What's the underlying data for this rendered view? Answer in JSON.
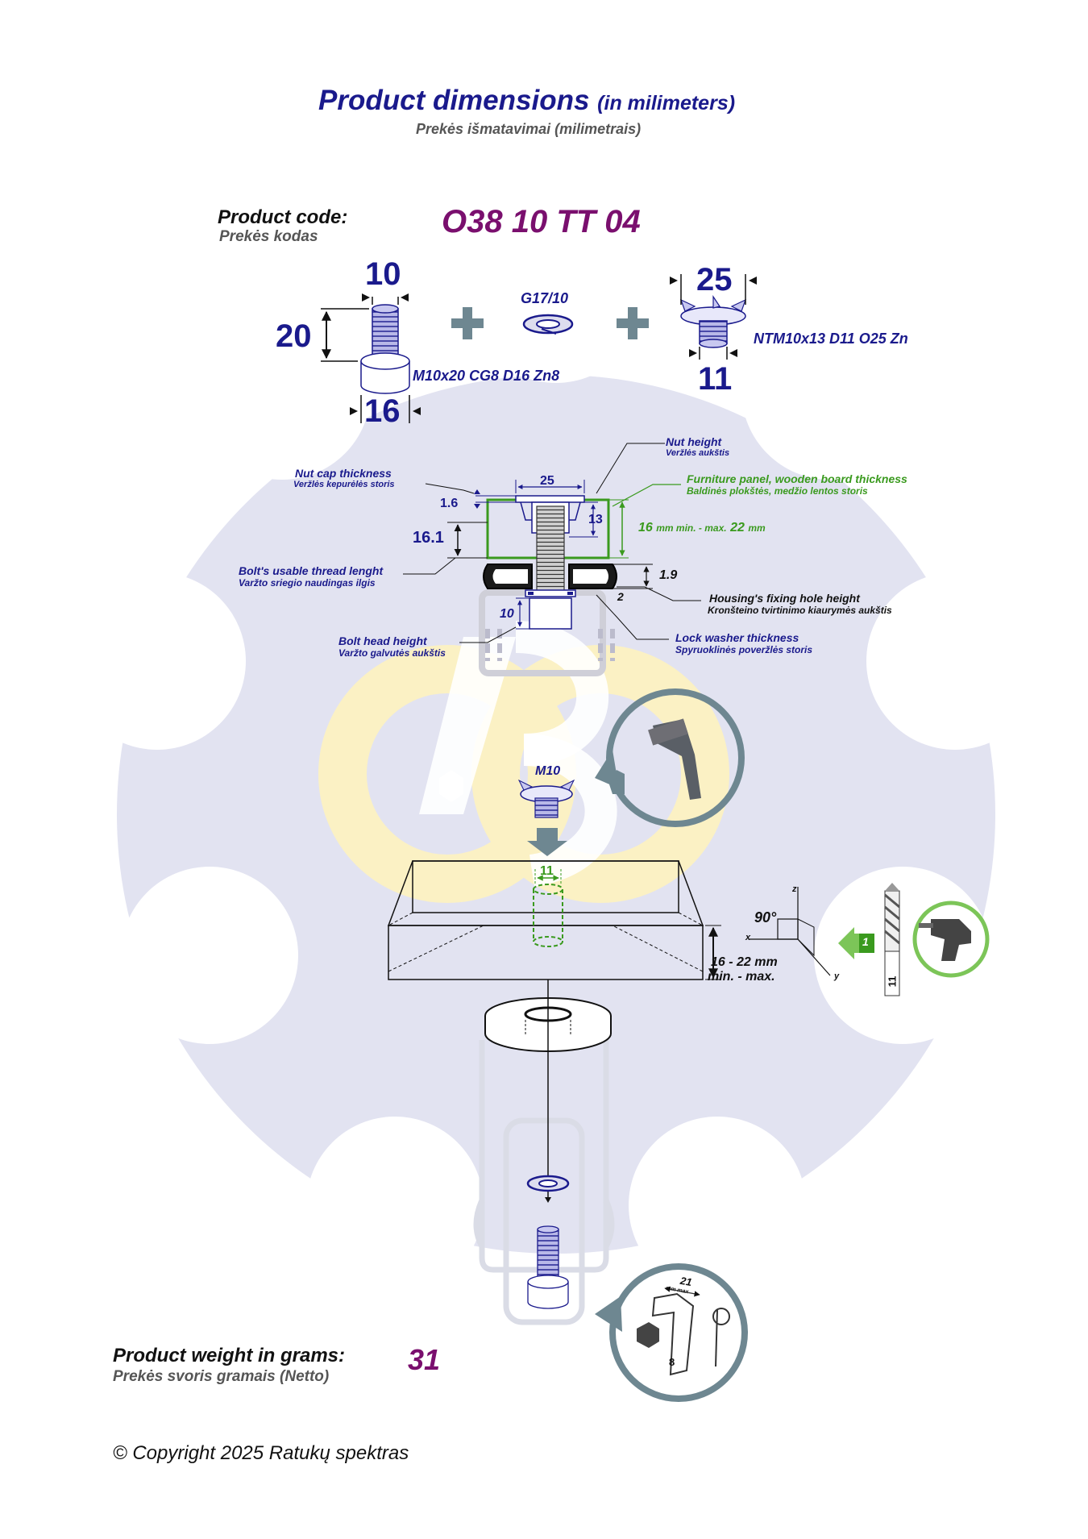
{
  "header": {
    "title": "Product dimensions",
    "title_unit": "(in milimeters)",
    "subtitle": "Prekės išmatavimai (milimetrais)"
  },
  "product_code": {
    "label": "Product code:",
    "label_lt": "Prekės kodas",
    "value": "O38 10 TT 04"
  },
  "components": {
    "bolt": {
      "diameter": "10",
      "length": "20",
      "head_diameter": "16",
      "spec": "M10x20 CG8 D16 Zn8"
    },
    "washer": {
      "spec": "G17/10"
    },
    "tnut": {
      "top_diameter": "25",
      "bottom_diameter": "11",
      "spec": "NTM10x13 D11 O25 Zn"
    }
  },
  "assembly": {
    "nut_width": "25",
    "nut_height_value": "13",
    "nut_cap_value": "1.6",
    "thread_length_value": "16.1",
    "housing_hole_value": "1.9",
    "washer_thickness_value": "2",
    "bolt_head_value": "10",
    "panel_range": "16",
    "panel_range_unit1": "mm min. - max.",
    "panel_range_max": "22",
    "panel_range_unit2": "mm",
    "labels": {
      "nut_height": "Nut height",
      "nut_height_lt": "Veržlės aukštis",
      "nut_cap": "Nut cap thickness",
      "nut_cap_lt": "Veržlės kepurėlės storis",
      "panel": "Furniture panel, wooden board thickness",
      "panel_lt": "Baldinės plokštės, medžio lentos storis",
      "thread": "Bolt's usable thread lenght",
      "thread_lt": "Varžto sriegio naudingas ilgis",
      "housing": "Housing's fixing hole height",
      "housing_lt": "Kronšteino tvirtinimo kiaurymės aukštis",
      "bolt_head": "Bolt head height",
      "bolt_head_lt": "Varžto galvutės aukštis",
      "lock_washer": "Lock washer thickness",
      "lock_washer_lt": "Spyruoklinės poveržlės storis"
    }
  },
  "install": {
    "nut_label": "M10",
    "hole_diameter": "11",
    "angle": "90°",
    "axis_x": "x",
    "axis_y": "y",
    "axis_z": "z",
    "board_range": "16 - 22 mm",
    "board_range_lt": "min. - max.",
    "step_number": "1",
    "drill_size": "11",
    "key_size": "21",
    "key_size_unit": "mm max",
    "hex_size": "8"
  },
  "weight": {
    "label": "Product weight in grams:",
    "label_lt": "Prekės svoris gramais (Netto)",
    "value": "31"
  },
  "footer": {
    "copyright": "© Copyright 2025 Ratukų spektras"
  },
  "colors": {
    "navy": "#1a1a8c",
    "purple": "#7a0f6e",
    "green": "#3a9a1e",
    "background_gear": "#e2e3f1",
    "watermark_yellow": "#fbf1c4",
    "slate": "#6e8791"
  }
}
